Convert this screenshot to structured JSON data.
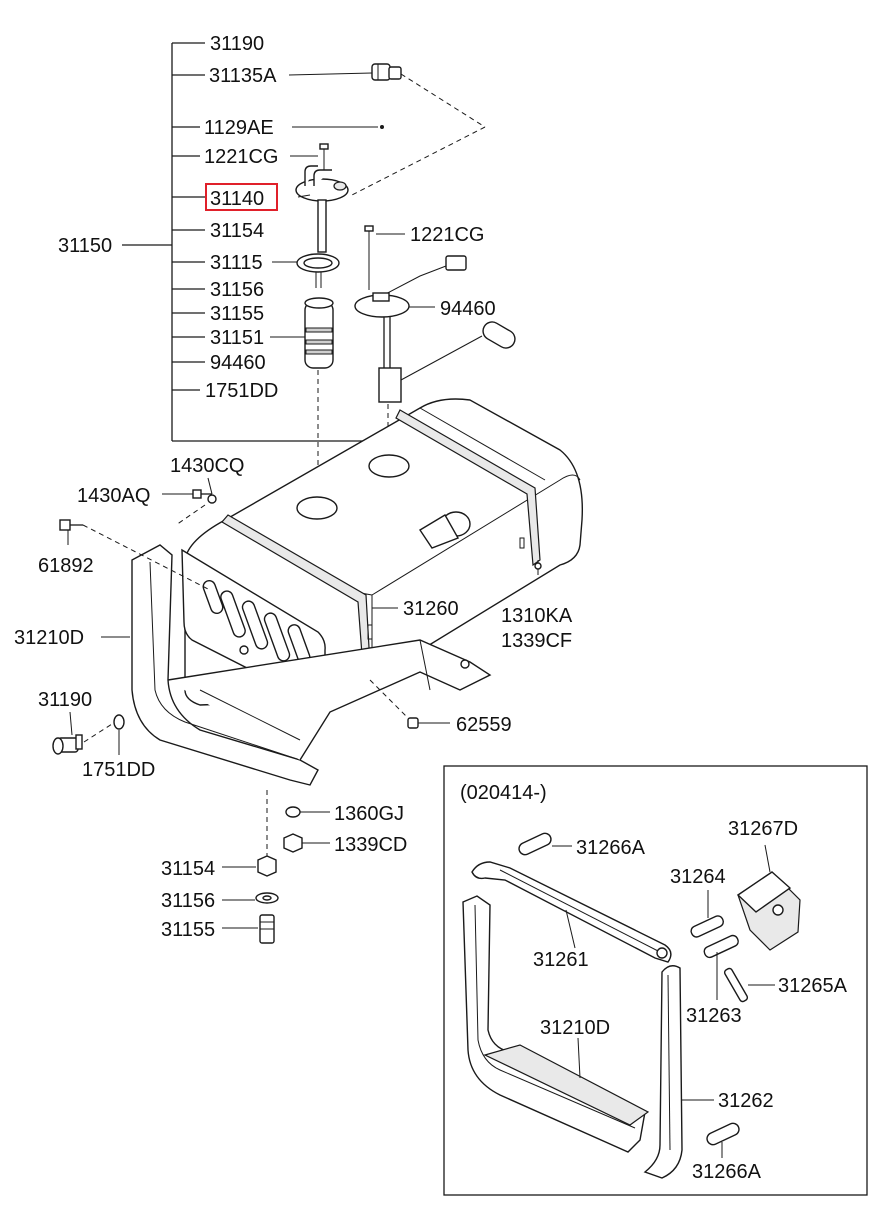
{
  "labels": {
    "l31190_top": "31190",
    "l31135A": "31135A",
    "l1129AE": "1129AE",
    "l1221CG_a": "1221CG",
    "l31140": "31140",
    "l31154_top": "31154",
    "l31150": "31150",
    "l31115": "31115",
    "l31156_top": "31156",
    "l31155_top": "31155",
    "l31151": "31151",
    "l94460_list": "94460",
    "l1751DD_top": "1751DD",
    "l1221CG_b": "1221CG",
    "l94460_sender": "94460",
    "l1430CQ": "1430CQ",
    "l1430AQ": "1430AQ",
    "l61892": "61892",
    "l31260": "31260",
    "l1310KA": "1310KA",
    "l1339CF": "1339CF",
    "l31210D_main": "31210D",
    "l31190_valve": "31190",
    "l1751DD_valve": "1751DD",
    "l62559": "62559",
    "l1360GJ": "1360GJ",
    "l1339CD": "1339CD",
    "l31154_bottom": "31154",
    "l31156_bottom": "31156",
    "l31155_bottom": "31155",
    "inset_title": "(020414-)",
    "l31266A_top": "31266A",
    "l31267D": "31267D",
    "l31264": "31264",
    "l31261": "31261",
    "l31265A": "31265A",
    "l31263": "31263",
    "l31210D_inset": "31210D",
    "l31262": "31262",
    "l31266A_bottom": "31266A"
  },
  "highlight": {
    "part_number": "31140",
    "color": "#e0202a"
  }
}
